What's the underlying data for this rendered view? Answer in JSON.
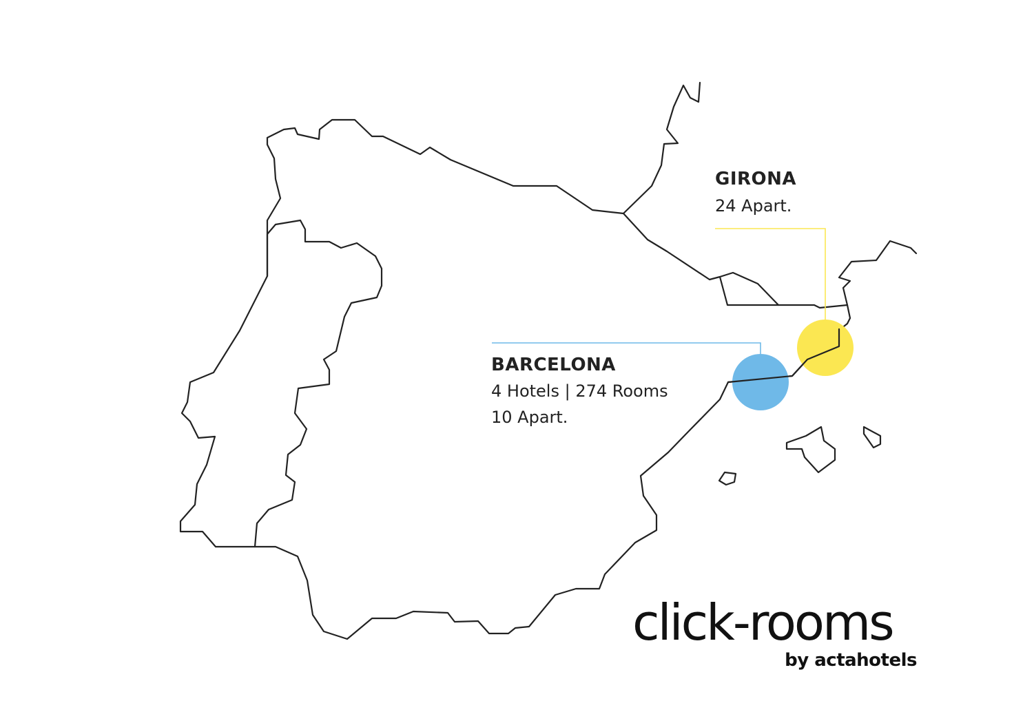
{
  "locations": [
    {
      "id": "girona",
      "name": "GIRONA",
      "lines": [
        "24 Apart."
      ],
      "color": "#fbe752"
    },
    {
      "id": "barcelona",
      "name": "BARCELONA",
      "lines": [
        "4 Hotels | 274 Rooms",
        "10 Apart."
      ],
      "color": "#6fb9e8"
    }
  ],
  "logo": {
    "main": "click-rooms",
    "sub": "by actahotels"
  },
  "colors": {
    "border": "#222222",
    "girona": "#fbe752",
    "barcelona": "#6fb9e8"
  }
}
